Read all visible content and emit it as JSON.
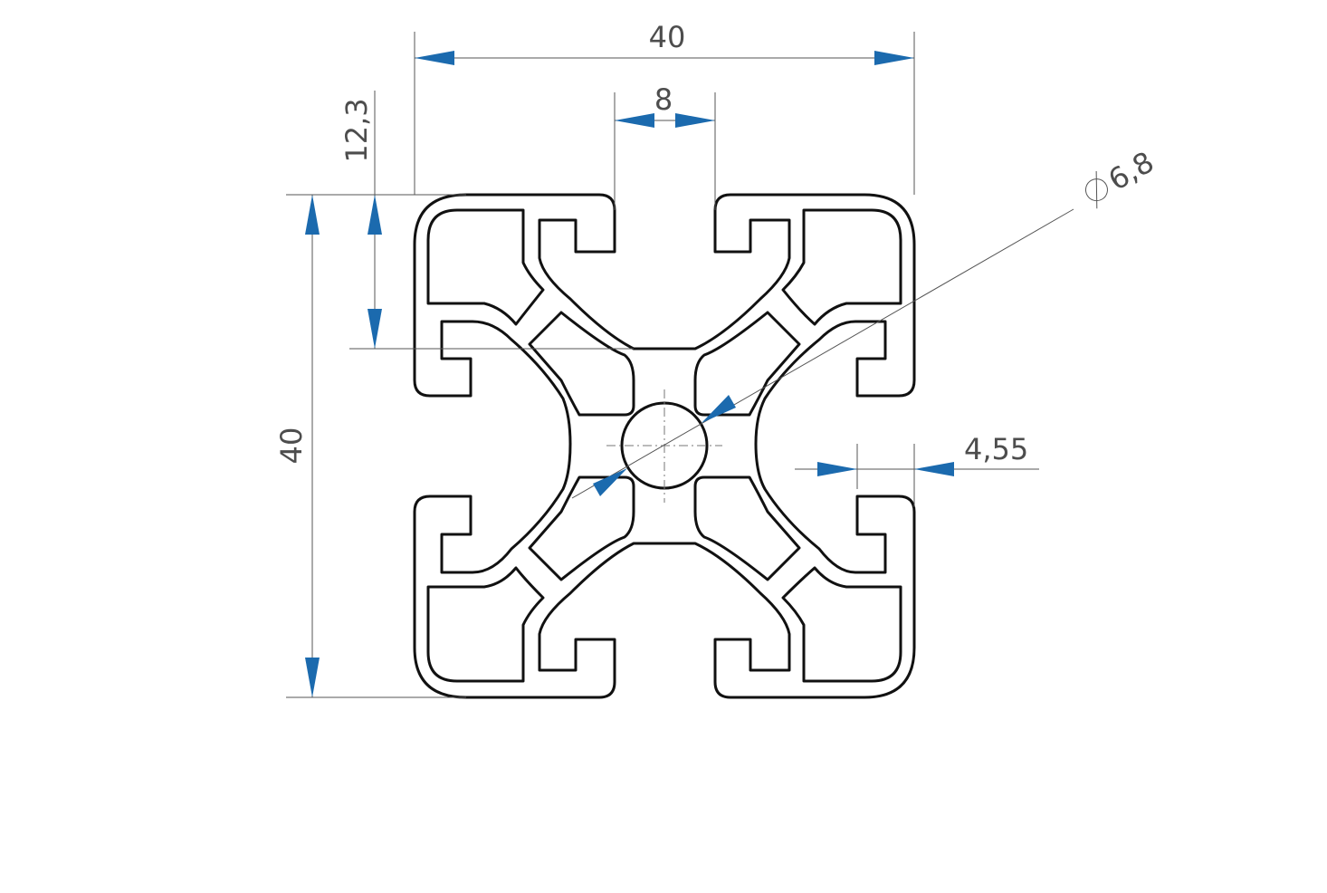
{
  "drawing": {
    "title": "",
    "dimensions": {
      "overall_width": "40",
      "slot_width": "8",
      "slot_depth": "12,3",
      "overall_height": "40",
      "bore_diameter": "6,8",
      "wall_thickness": "4,55"
    },
    "symbols": {
      "diameter": "⌀"
    },
    "colors": {
      "profile_outline": "#111111",
      "dimension_line": "#555555",
      "arrow_fill": "#1b6aae",
      "text": "#4d4d4d",
      "background": "#ffffff"
    }
  }
}
